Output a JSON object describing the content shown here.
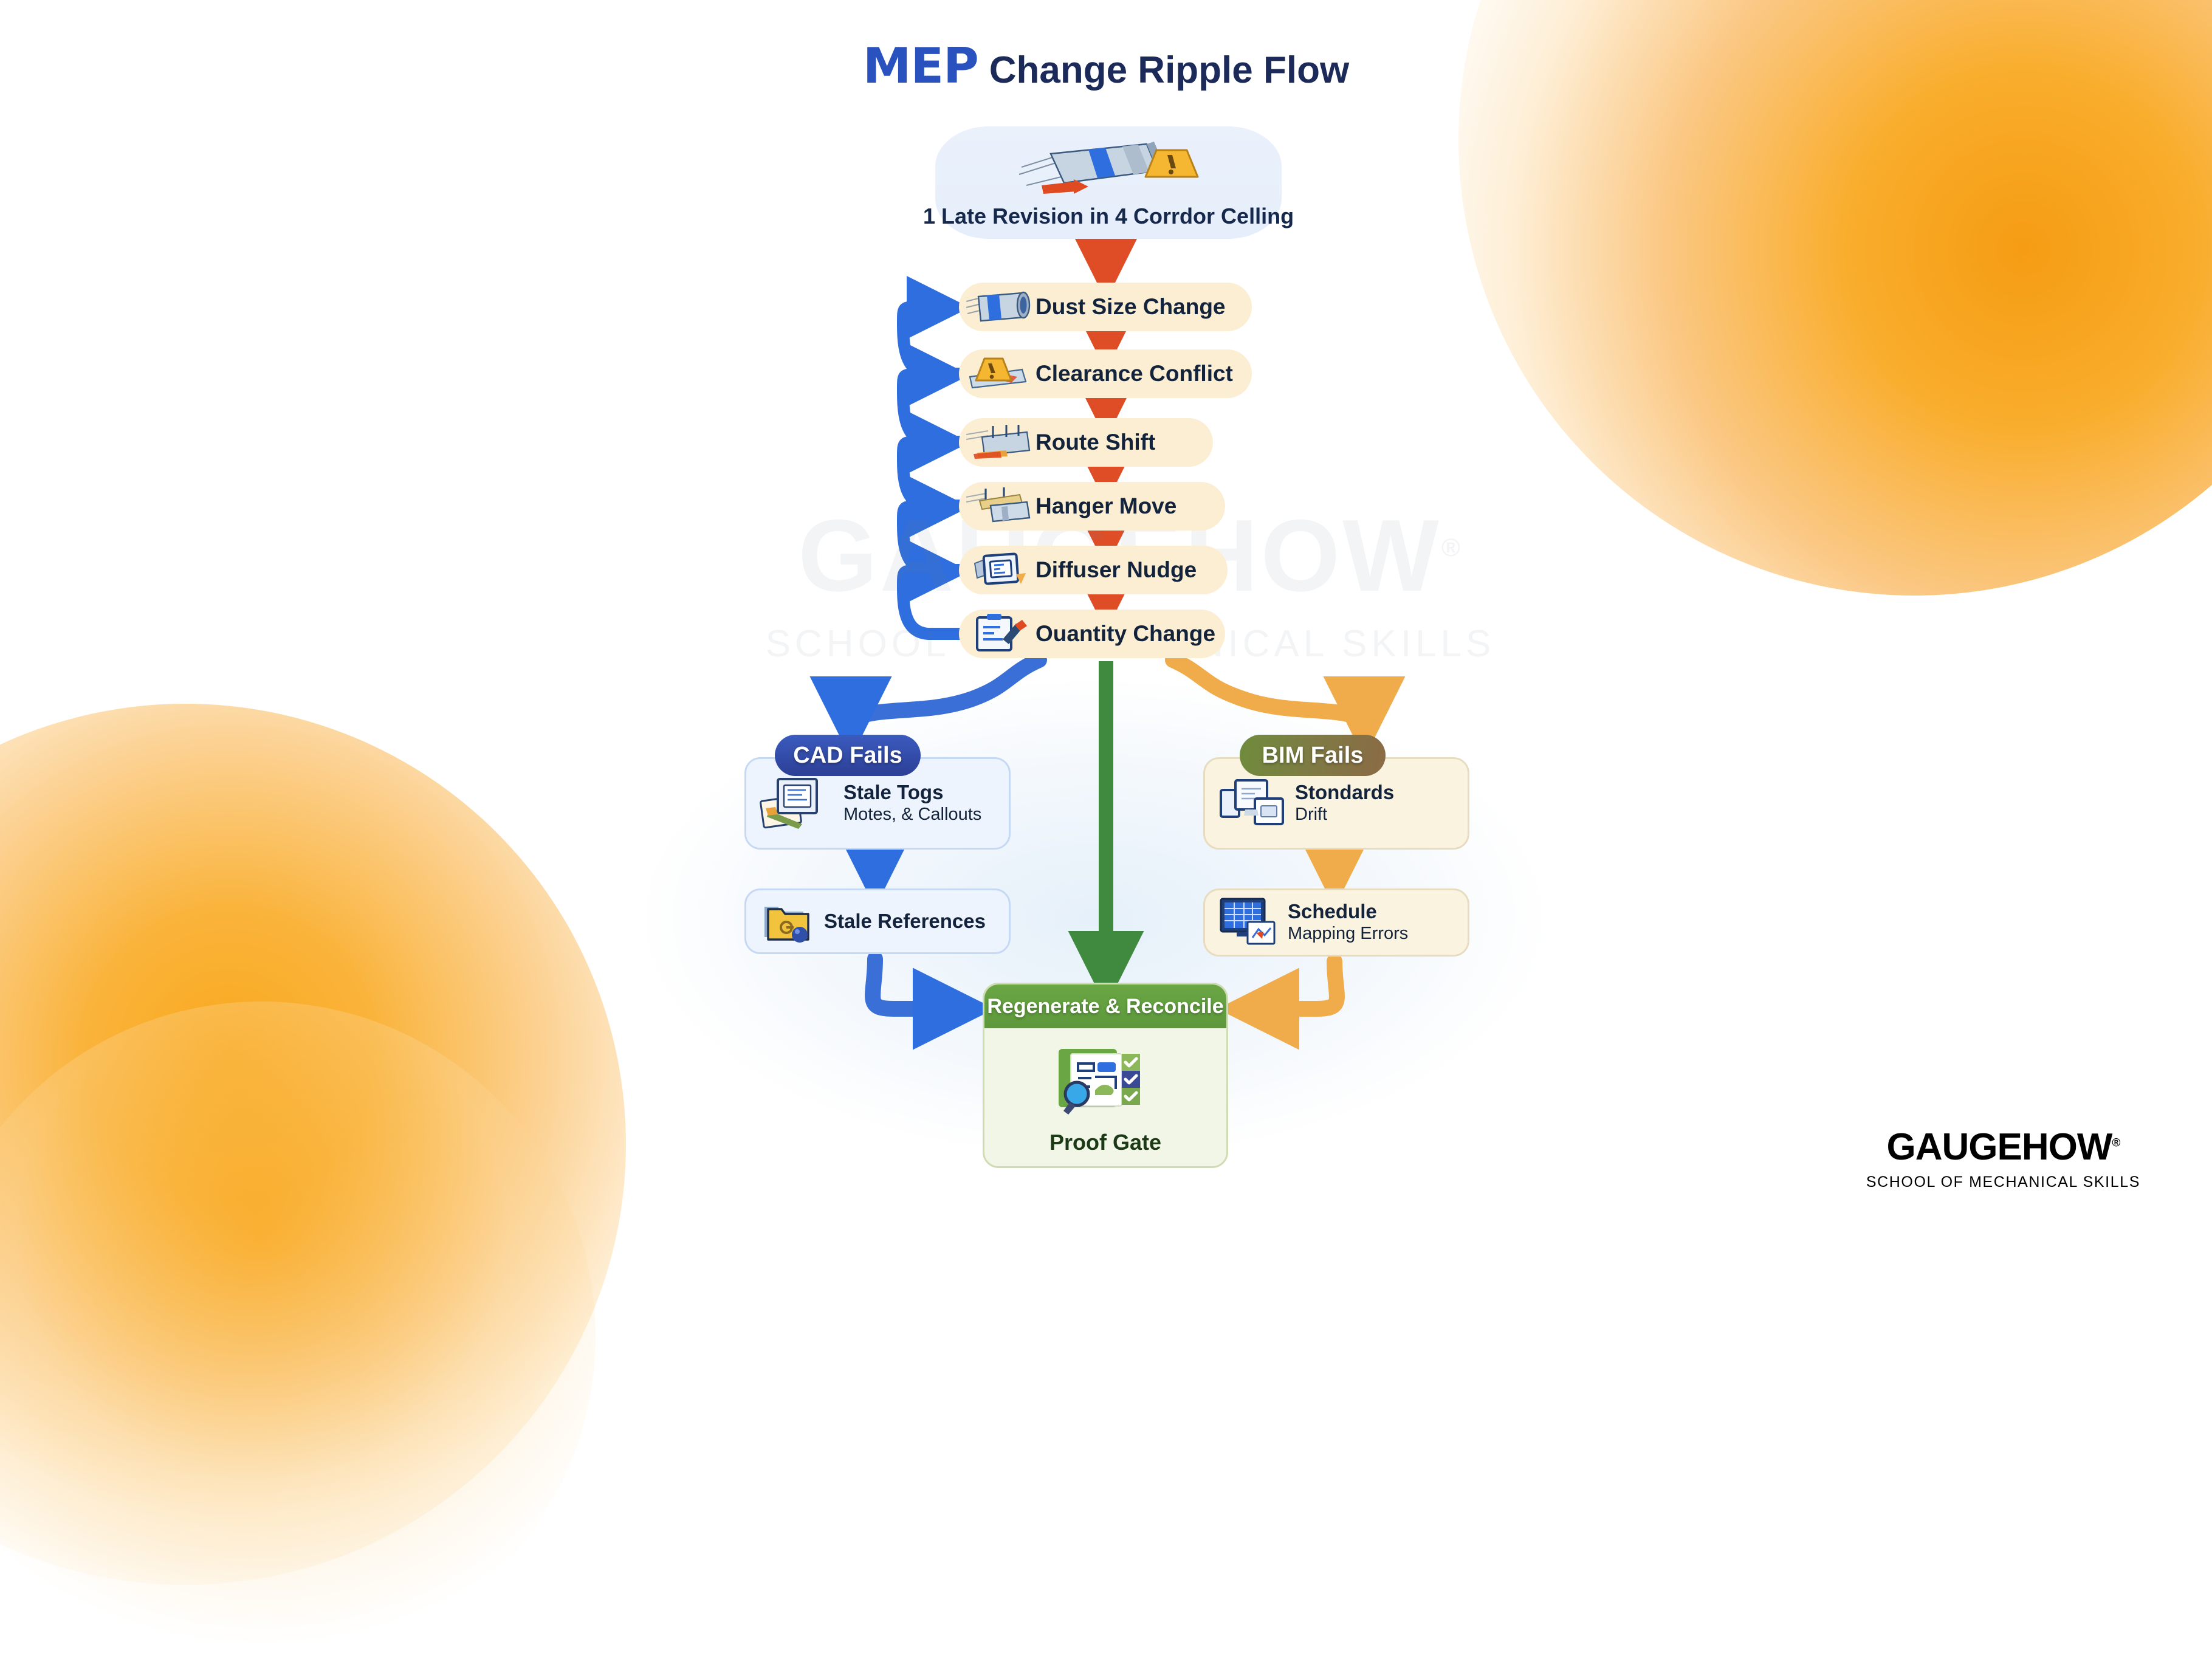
{
  "title": {
    "accent": "MEP",
    "rest": "Change Ripple Flow"
  },
  "hero": {
    "label": "1 Late Revision in 4 Corrdor Celling",
    "icon": "duct-warning-icon"
  },
  "chain": {
    "steps": [
      {
        "label": "Dust Size Change",
        "icon": "duct-section-icon"
      },
      {
        "label": "Clearance Conflict",
        "icon": "warning-triangle-icon"
      },
      {
        "label": "Route Shift",
        "icon": "duct-route-icon"
      },
      {
        "label": "Hanger Move",
        "icon": "hanger-icon"
      },
      {
        "label": "Diffuser Nudge",
        "icon": "diffuser-icon"
      },
      {
        "label": "Ouantity Change",
        "icon": "clipboard-pen-icon"
      }
    ]
  },
  "branches": {
    "cad": {
      "badge": "CAD Fails",
      "items": [
        {
          "line1": "Stale Togs",
          "line2": "Motes, & Callouts",
          "icon": "documents-pen-icon"
        },
        {
          "line1": "Stale References",
          "line2": "",
          "icon": "folder-link-icon"
        }
      ]
    },
    "bim": {
      "badge": "BIM Fails",
      "items": [
        {
          "line1": "Stondards",
          "line2": "Drift",
          "icon": "screens-icon"
        },
        {
          "line1": "Schedule",
          "line2": "Mapping Errors",
          "icon": "schedule-monitor-icon"
        }
      ]
    }
  },
  "gate": {
    "header": "Regenerate & Reconcile",
    "caption": "Proof Gate",
    "icon": "document-magnifier-checks-icon"
  },
  "watermark": {
    "main": "GAUGEHOW",
    "reg": "®",
    "sub": "SCHOOL OF MECHANICAL SKILLS"
  },
  "logo": {
    "name": "GAUGEHOW",
    "reg": "®",
    "tagline": "SCHOOL OF MECHANICAL SKILLS"
  },
  "colors": {
    "title_accent": "#2a52be",
    "title_text": "#1b2a58",
    "chain_card": "#fbeed2",
    "chain_arrow": "#df4d27",
    "loop_arrow": "#2f6ede",
    "cad_blue": "#2c3f95",
    "bim_olive": "#6f8c3c",
    "bim_brown": "#8b6a45",
    "gate_green": "#5d993c",
    "branch_orange": "#f0ab4a",
    "glow_orange": "#f59c13"
  }
}
